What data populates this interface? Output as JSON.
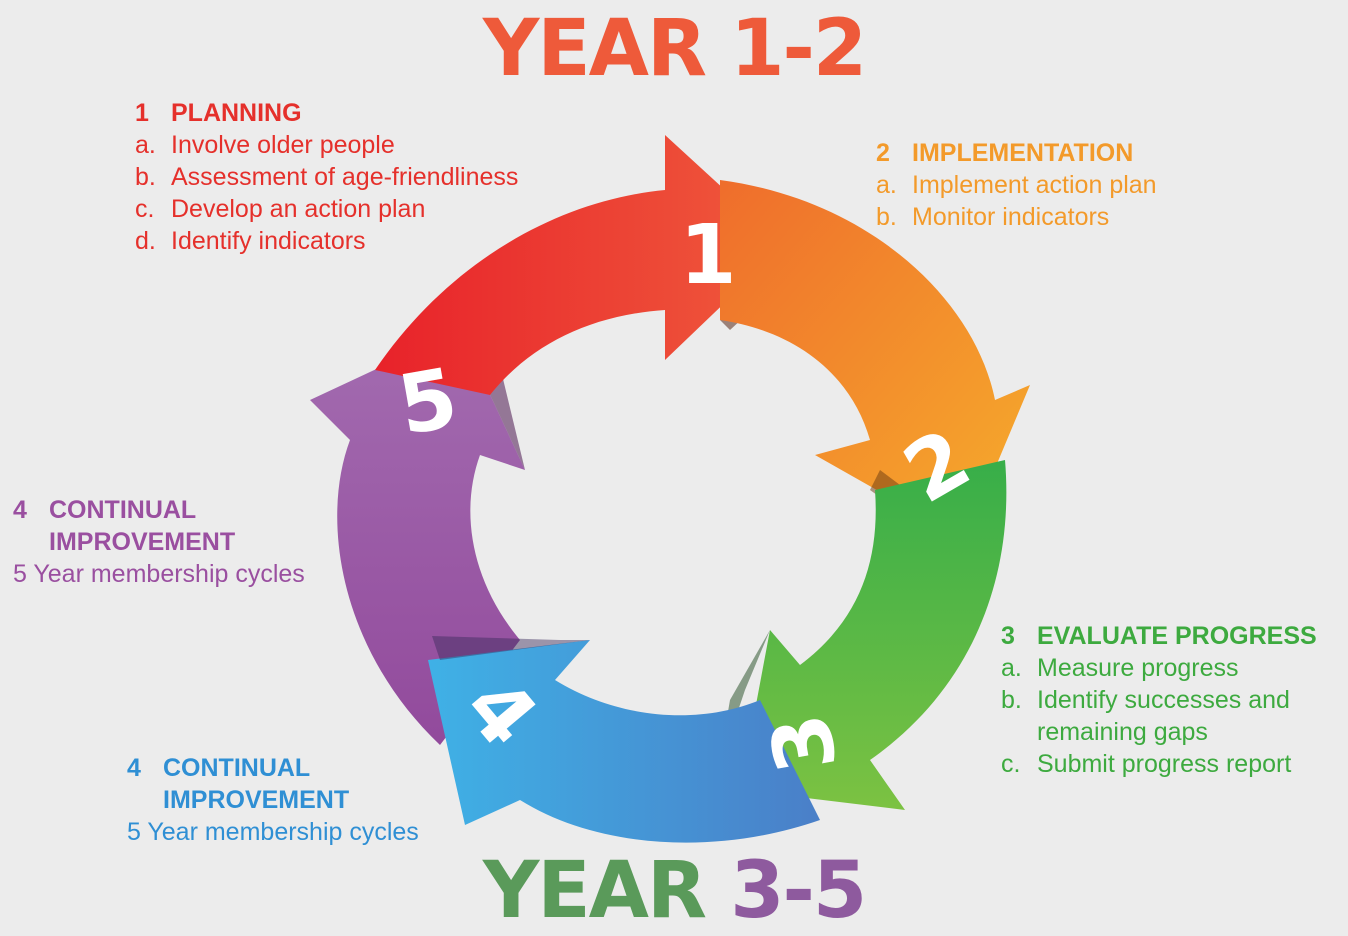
{
  "titles": {
    "top": "YEAR 1-2",
    "bottom_part1": "YEAR ",
    "bottom_part2": "3-5"
  },
  "colors": {
    "step1": "#e5302b",
    "step2": "#f39a2a",
    "step3": "#3daa3f",
    "step4": "#2f8fd4",
    "step5": "#9a4fa0"
  },
  "steps": {
    "s1": {
      "number": "1",
      "heading": "PLANNING",
      "items": [
        {
          "letter": "a.",
          "text": "Involve older people"
        },
        {
          "letter": "b.",
          "text": "Assessment of age-friendliness"
        },
        {
          "letter": "c.",
          "text": "Develop an action plan"
        },
        {
          "letter": "d.",
          "text": "Identify indicators"
        }
      ]
    },
    "s2": {
      "number": "2",
      "heading": "IMPLEMENTATION",
      "items": [
        {
          "letter": "a.",
          "text": "Implement action plan"
        },
        {
          "letter": "b.",
          "text": "Monitor indicators"
        }
      ]
    },
    "s3": {
      "number": "3",
      "heading": "EVALUATE PROGRESS",
      "items": [
        {
          "letter": "a.",
          "text": "Measure progress"
        },
        {
          "letter": "b.",
          "text": "Identify successes and"
        },
        {
          "letter": "",
          "text": "remaining gaps"
        },
        {
          "letter": "c.",
          "text": "Submit progress report"
        }
      ]
    },
    "s4_purple": {
      "number": "4",
      "heading_line1": "CONTINUAL",
      "heading_line2": "IMPROVEMENT",
      "text": "5 Year membership cycles"
    },
    "s4_blue": {
      "number": "4",
      "heading_line1": "CONTINUAL",
      "heading_line2": "IMPROVEMENT",
      "text": "5 Year membership cycles"
    }
  },
  "cycle_numbers": [
    "1",
    "2",
    "3",
    "4",
    "5"
  ]
}
